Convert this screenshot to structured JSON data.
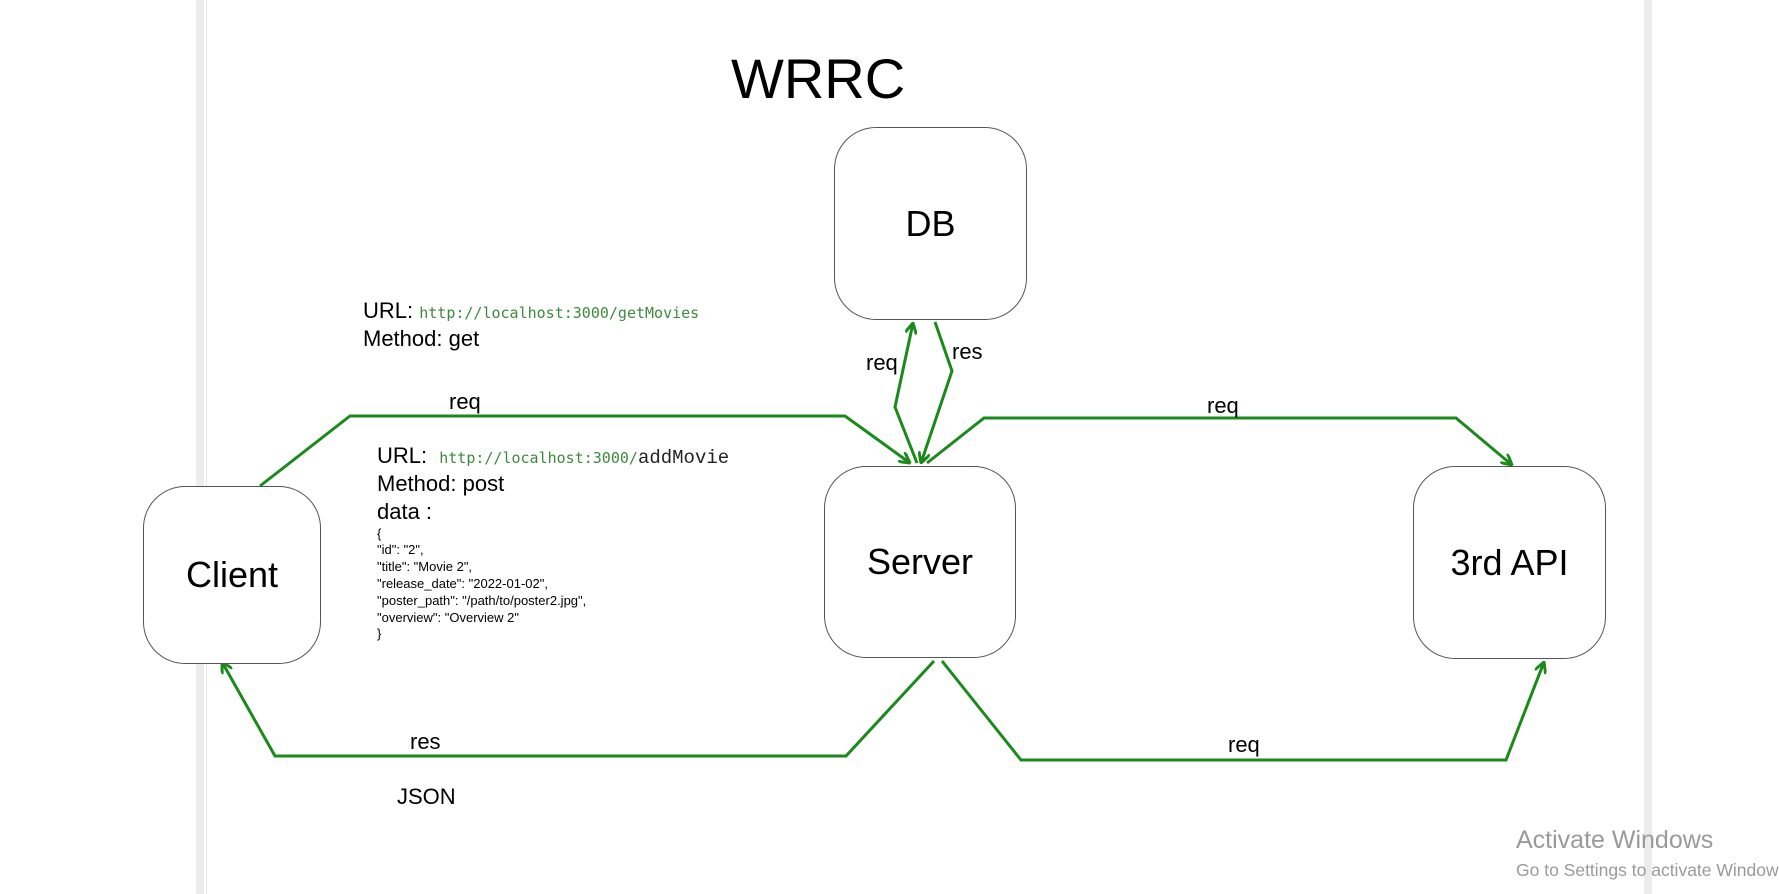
{
  "title": "WRRC",
  "nodes": {
    "db": "DB",
    "server": "Server",
    "client": "Client",
    "third_api": "3rd API"
  },
  "edges": {
    "client_to_server_req": "req",
    "server_to_client_res": "res",
    "server_to_db_req": "req",
    "db_to_server_res": "res",
    "server_to_api_req_top": "req",
    "server_to_api_req_bottom": "req"
  },
  "get_request": {
    "url_label": "URL:",
    "url": "http://localhost:3000/getMovies",
    "method": "Method: get"
  },
  "post_request": {
    "url_label": "URL:",
    "url_base": "http://localhost:3000/",
    "url_path": "addMovie",
    "method": "Method: post",
    "data_label": "data :",
    "body_lines": [
      "{",
      "\"id\": \"2\",",
      "\"title\": \"Movie 2\",",
      "\"release_date\": \"2022-01-02\",",
      "\"poster_path\": \"/path/to/poster2.jpg\",",
      "\"overview\": \"Overview 2\"",
      "}"
    ]
  },
  "response_format": "JSON",
  "watermark": {
    "title": "Activate Windows",
    "subtitle": "Go to Settings to activate Windows."
  },
  "colors": {
    "arrow": "#1a8a1a",
    "node_border": "#555555",
    "url_text": "#3c8b3c",
    "watermark": "#9a9a9a"
  }
}
